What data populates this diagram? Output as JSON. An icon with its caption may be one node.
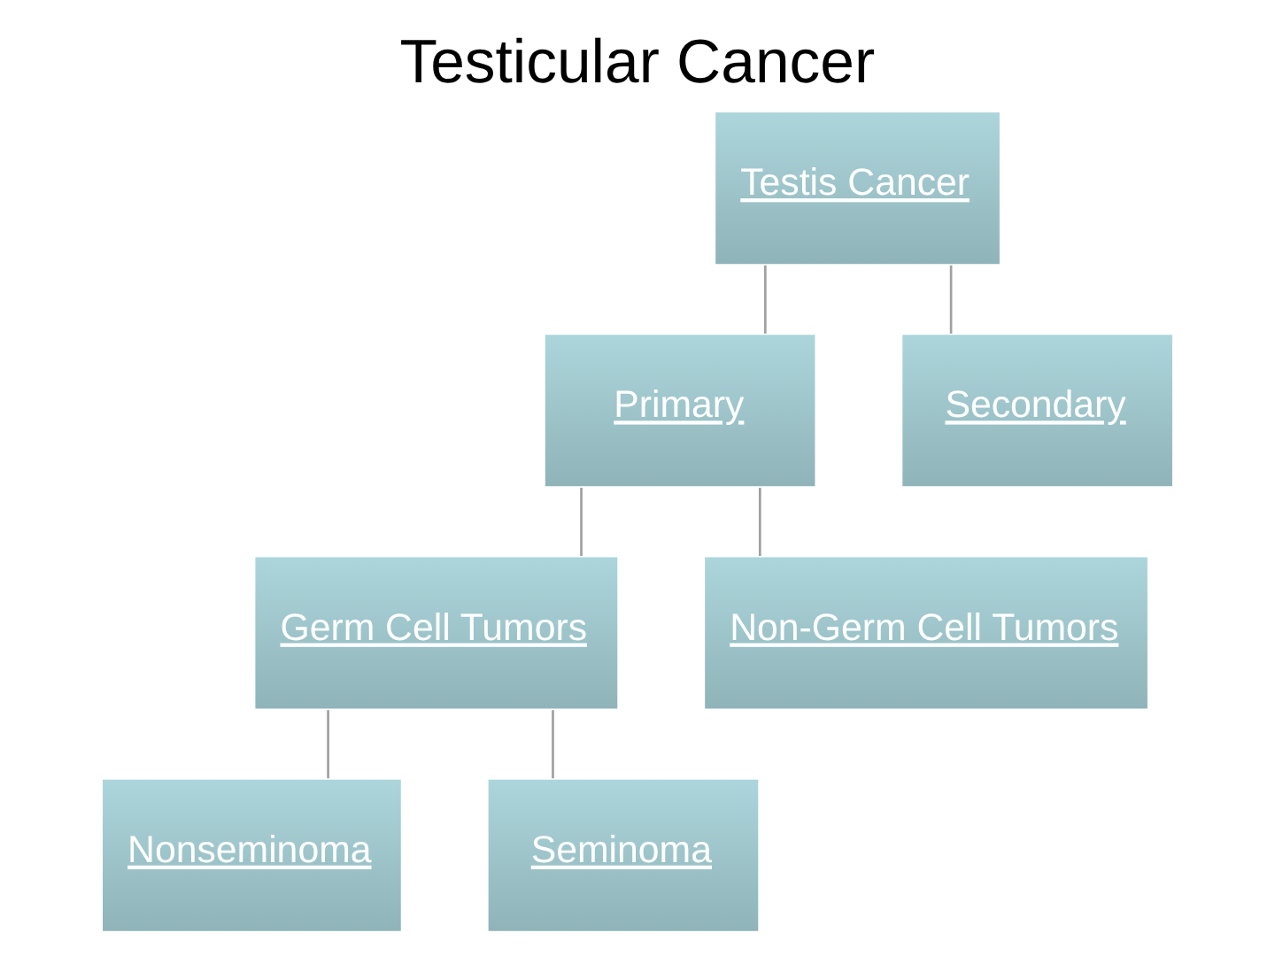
{
  "diagram": {
    "title": "Testicular Cancer",
    "nodes": [
      {
        "text": [
          "Testis Cancer"
        ]
      },
      {
        "text": [
          "Primary"
        ]
      },
      {
        "text": [
          "Secondary"
        ]
      },
      {
        "text": [
          "Germ Cell Tumors"
        ]
      },
      {
        "text": [
          "Non-Germ Cell Tumors"
        ]
      },
      {
        "text": [
          "Nonseminoma"
        ]
      },
      {
        "text": [
          "Seminoma"
        ]
      }
    ],
    "edges": [
      {
        "from": 0,
        "to": 1,
        "arrow": "none"
      },
      {
        "from": 0,
        "to": 2,
        "arrow": "none"
      },
      {
        "from": 1,
        "to": 3,
        "arrow": "none"
      },
      {
        "from": 1,
        "to": 4,
        "arrow": "none"
      },
      {
        "from": 3,
        "to": 5,
        "arrow": "none"
      },
      {
        "from": 3,
        "to": 6,
        "arrow": "none"
      }
    ]
  }
}
